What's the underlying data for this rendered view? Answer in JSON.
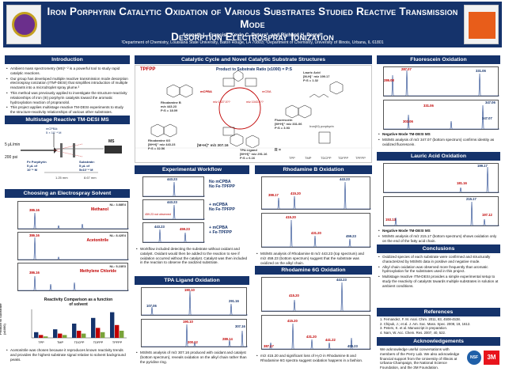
{
  "header": {
    "title_line1": "Iron Porphyrin Catalytic Oxidation of Various Substrates Studied Reactive Transmission Mode",
    "title_line2": "Desorption Electrospray Ionization",
    "authors": "Asenath L. Francis¹, Kevin C. Peters², and Richard H. Perry²*",
    "affiliations": "¹Department of Chemistry, Louisiana State University, Baton Rouge, LA 70803; ²Department of Chemistry, University of Illinois, Urbana, IL 61801"
  },
  "introduction": {
    "heading": "Introduction",
    "bullets": [
      "Ambient mass spectrometry (MS)¹⁻² is a powerful tool to study rapid catalytic reactions.",
      "Our group has developed multiple reactive transmission mode desorption electrospray ionization (rTM³-DESI) that simplifies introduction of multiple reactants into a microdroplet spray plume.³",
      "This method was previously applied to investigate the structure-reactivity relationships of iron (III) porphyrin catalysts toward the aromatic hydroxylation reaction of propranolol.",
      "This project applies multistage reactive TM-DESI experiments to study the structure-reactivity relationships of various other substrates."
    ]
  },
  "multistage": {
    "heading": "Multistage Reactive TM-DESI MS",
    "flow": "5 μL/min",
    "pressure": "200 psi",
    "mcpba": "mCPBA:\n5 × 10⁻⁴ M",
    "fe_label": "Fe Porphyrin\n5 μL of\n10⁻⁴ M",
    "substrate_label": "Substrate:\n5 μL of\n5x10⁻⁴ M",
    "dist1": "1.25 mm",
    "dist2": "8.67 mm",
    "ms_label": "MS"
  },
  "solvent": {
    "heading": "Choosing an Electrospray Solvent",
    "panels": [
      {
        "tag": "NL: 3.88E4",
        "name": "Methanol",
        "peak": "386.16"
      },
      {
        "tag": "NL: 8.42E4",
        "name": "Acetonitrile",
        "peak": "386.16"
      },
      {
        "tag": "NL: 5.23E3",
        "name": "Methylene Chloride",
        "peak": "386.16"
      }
    ],
    "bar_title": "Reactivity Comparison as a function\nof solvent",
    "bar_ylabel": "Product to Substrate\n(x1000)",
    "bullet": "Acetonitrile was chosen because it reproduces known reactivity trends and provides the highest substrate signal relative to solvent background peaks."
  },
  "chart_data": {
    "type": "bar",
    "title": "Reactivity Comparison as a function of solvent",
    "ylabel": "Product to Substrate (x1000)",
    "categories": [
      "TPP",
      "TMP",
      "TDCPP",
      "TDFPP",
      "TPFPP"
    ],
    "series": [
      {
        "name": "ACN",
        "values": [
          4,
          6,
          10,
          14,
          18
        ]
      },
      {
        "name": "MeOH",
        "values": [
          2,
          3,
          5,
          7,
          9
        ]
      },
      {
        "name": "DCM",
        "values": [
          1,
          2,
          3,
          4,
          5
        ]
      }
    ],
    "ylim": [
      0,
      20
    ]
  },
  "catalytic": {
    "heading": "Catalytic Cycle and Novel Catalytic Substrate Structures",
    "tppp": "TPFPP",
    "ratio_label": "Product to Substrate Ratio (x1000) = P:S",
    "rhodamine_b": "Rhodamine B\nm/z 443.23\nP:S = 18.09",
    "lauric": "Lauric Acid\n[M-H]⁻ m/z 199.17\nP:S = 1.32",
    "fluorescein": "Fluorescein\n[M+H]⁺ m/z 331.06\nP:S = 3.93",
    "rhodamine_6g": "Rhodamine 6G\n[M+H]⁺ m/z 443.23\nP:S = 32.56",
    "mh_label": "[M+H]⁺ m/z 307.16",
    "tpa": "TPA Ligand\n[M+H]⁺ m/z 291.16\nP:S = 6.16",
    "mcpba": "mCPBA",
    "mcba": "mCBA",
    "mz1027": "m/z 1027.0??",
    "mz1043": "m/z 1043.0??",
    "iron_por": "Iron(III) porphyrin",
    "r_label": "R =",
    "ligands": [
      "TPP",
      "TMP",
      "TDCPP",
      "TDFPP",
      "TPFPP"
    ]
  },
  "workflow": {
    "heading": "Experimental Workflow",
    "rows": [
      {
        "text": "No mCPBA\nNo Fe-TPFPP",
        "peak": "443.23"
      },
      {
        "text": "+ mCPBA\nNo Fe-TPFPP",
        "peak": "443.23"
      },
      {
        "text": "+ mCPBA\n+ Fe-TPFPP",
        "peak": "443.23",
        "product": "459.23"
      }
    ],
    "note": "459.23 not observed",
    "bullet": "Workflow included detecting the substrate without oxidant and catalyst. Oxidant would then be added to the reaction to see if oxidation occurred without the catalyst. Catalyst was then included in the reaction to observe the oxidized substrate."
  },
  "rhodamine_b": {
    "heading": "Rhodamine B Oxidation",
    "top_peaks": [
      "443.23",
      "399.17",
      "415.20",
      "459.23"
    ],
    "bottom_peaks": [
      "415.20",
      "431.20",
      "459.23"
    ],
    "bullet": "MS/MS analysis of Rhodamine B m/z 443.23 (top spectrum) and m/z 459.23 (bottom spectrum) suggest that the substrate was oxidized on the alkyl chain."
  },
  "r6g": {
    "heading": "Rhodamine 6G Oxidation",
    "top_peaks": [
      "443.23",
      "415.20"
    ],
    "bottom_peaks": [
      "415.20",
      "387.17",
      "431.20",
      "441.22",
      "459.23"
    ],
    "bullet": "m/z 415.20 and significant loss of H₂O in Rhodamine B and Rhodamine 6G spectra suggest oxidation happens in a fashion."
  },
  "tpa": {
    "heading": "TPA Ligand Oxidation",
    "top_peaks": [
      "190.10",
      "291.16",
      "107.06"
    ],
    "bottom_peaks": [
      "190.10",
      "200.12",
      "289.14",
      "307.16"
    ],
    "bullet": "MS/MS analysis of m/z 307.16 produced with oxidant and catalyst (bottom spectrum), reveals oxidation on the alkyl chain rather than the pyridine ring."
  },
  "fluorescein": {
    "heading": "Fluorescein Oxidation",
    "top_peaks": [
      "287.07",
      "331.06",
      "286.08"
    ],
    "bottom_peaks": [
      "303.06",
      "347.06",
      "331.06",
      "347.07"
    ],
    "bullets": [
      "Negative Mode TM-DESI MS",
      "MS/MS analysis of m/z 347.07 (bottom spectrum) confirms identity as oxidized fluorescein."
    ]
  },
  "lauric": {
    "heading": "Lauric Acid Oxidation",
    "top_peaks": [
      "199.17",
      "181.16"
    ],
    "bottom_peaks": [
      "215.17",
      "197.12",
      "153.13"
    ],
    "bullets": [
      "Negative Mode TM-DESI MS",
      "MS/MS analysis of m/z 215.17 (bottom spectrum) shows oxidation only on the end of the fatty acid chain."
    ]
  },
  "conclusions": {
    "heading": "Conclusions",
    "bullets": [
      "Oxidized species of each substrate were confirmed and structurally characterized by MS/MS data in positive and negative mode.",
      "Alkyl chain oxidation was observed more frequently than aromatic hydroxylation for the substrates used in this project.",
      "Multistage reactive rTM-DESI provides a simple experimental setup to study the reactivity of catalysts towards multiple substrates in solution at ambient conditions."
    ]
  },
  "references": {
    "heading": "References",
    "items": [
      "1.  Fernandez, F. M. Anal. Chim. 2011, 83, 4508-4538.",
      "2.  Chipuk, J.; et al. J. Am. Soc. Mass. Spec. 2008, 19, 1612.",
      "3.  Peters, K. et al. Manuscript in preparation.",
      "4.  Nam, W. Acc. Chem. Res. 2007, 40, 522."
    ]
  },
  "acknowledgements": {
    "heading": "Acknowledgements",
    "text": "We acknowledge useful conversations with members of the Perry Lab. We also acknowledge financial support from the University of Illinois at Urbana-Champaign, the National Science Foundation, and the 3M Foundation.",
    "nsf": "NSF",
    "threem": "3M"
  },
  "colors": {
    "header_blue": "#15336b",
    "red": "#c00000",
    "spectrum_blue": "#1a3e8a"
  }
}
